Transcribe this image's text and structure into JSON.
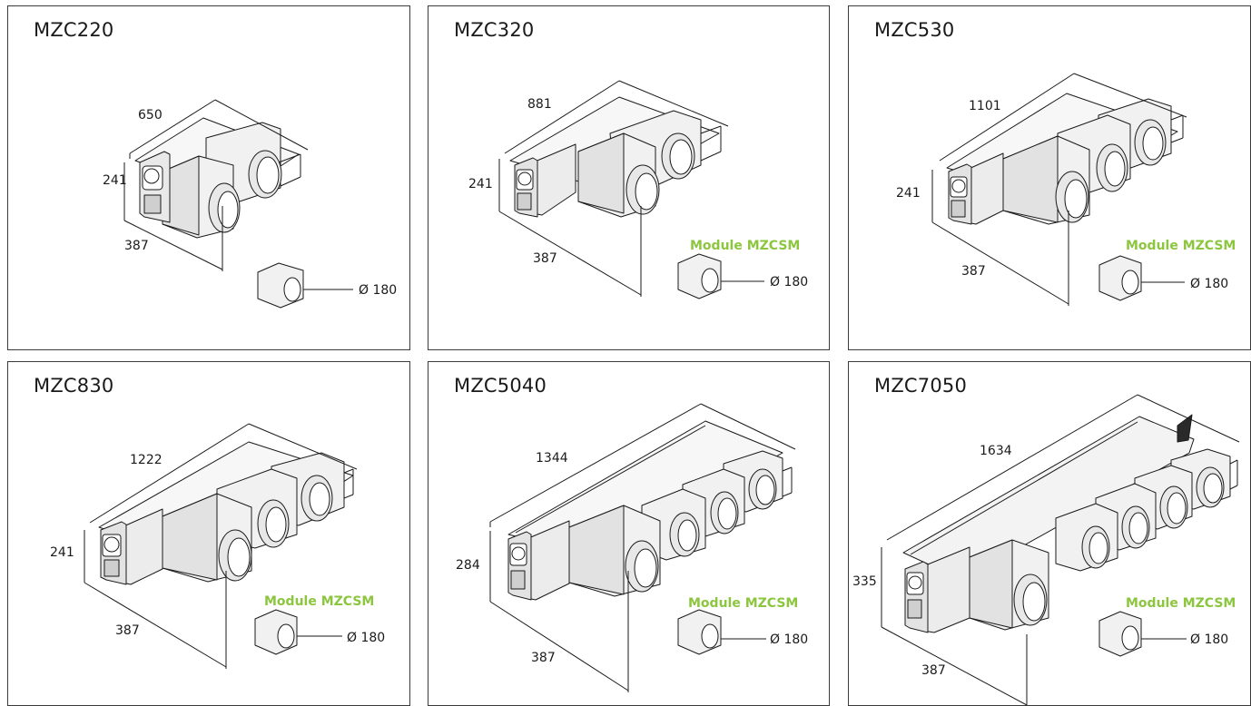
{
  "colors": {
    "accent": "#8cc63f",
    "line": "#1a1a1a",
    "body": "#f1f1f1",
    "shade": "#e3e3e3"
  },
  "panels": [
    {
      "model": "MZC220",
      "length": "650",
      "height": "241",
      "depth": "387",
      "diameter": "Ø 180",
      "module": "",
      "outlets": 2
    },
    {
      "model": "MZC320",
      "length": "881",
      "height": "241",
      "depth": "387",
      "diameter": "Ø 180",
      "module": "Module MZCSM",
      "outlets": 2
    },
    {
      "model": "MZC530",
      "length": "1101",
      "height": "241",
      "depth": "387",
      "diameter": "Ø 180",
      "module": "Module MZCSM",
      "outlets": 3
    },
    {
      "model": "MZC830",
      "length": "1222",
      "height": "241",
      "depth": "387",
      "diameter": "Ø 180",
      "module": "Module MZCSM",
      "outlets": 3
    },
    {
      "model": "MZC5040",
      "length": "1344",
      "height": "284",
      "depth": "387",
      "diameter": "Ø 180",
      "module": "Module MZCSM",
      "outlets": 4
    },
    {
      "model": "MZC7050",
      "length": "1634",
      "height": "335",
      "depth": "387",
      "diameter": "Ø 180",
      "module": "Module MZCSM",
      "outlets": 5
    }
  ]
}
